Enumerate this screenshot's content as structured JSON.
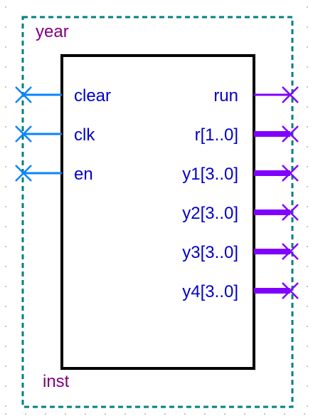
{
  "symbol": {
    "name": "year",
    "instance": "inst"
  },
  "ports": {
    "inputs": [
      {
        "label": "clear"
      },
      {
        "label": "clk"
      },
      {
        "label": "en"
      }
    ],
    "outputs": [
      {
        "label": "run",
        "bus": false
      },
      {
        "label": "r[1..0]",
        "bus": true
      },
      {
        "label": "y1[3..0]",
        "bus": true
      },
      {
        "label": "y2[3..0]",
        "bus": true
      },
      {
        "label": "y3[3..0]",
        "bus": true
      },
      {
        "label": "y4[3..0]",
        "bus": true
      }
    ]
  },
  "colors": {
    "frame": "#008080",
    "body": "#000000",
    "title_text": "#800080",
    "port_text": "#0000c8",
    "input_wire": "#0a84ff",
    "output_wire": "#8000ff",
    "grid_dot": "#999999"
  }
}
